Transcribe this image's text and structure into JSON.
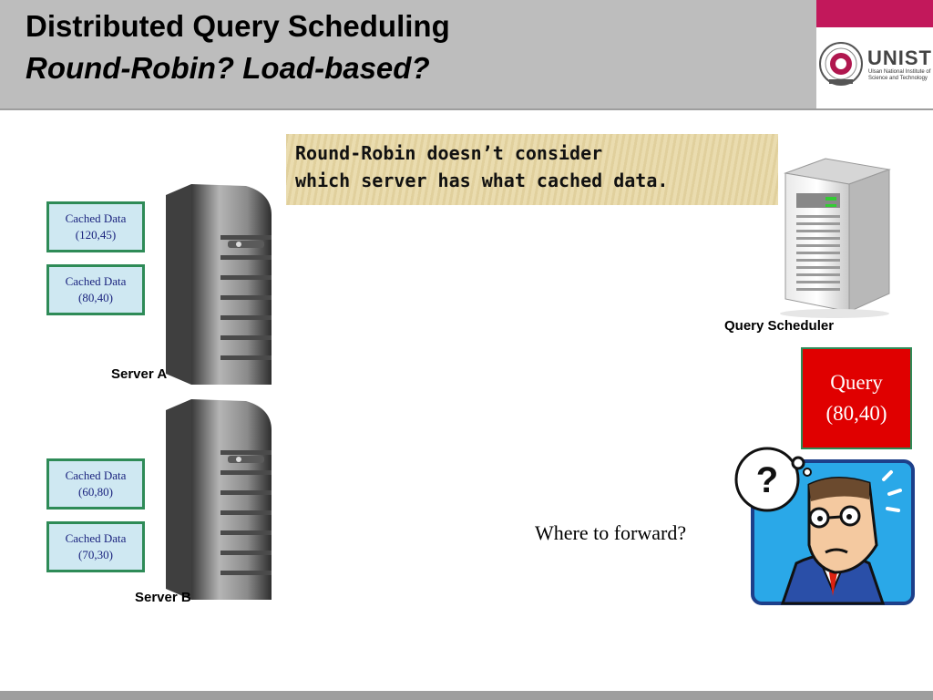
{
  "slide": {
    "title": "Distributed Query Scheduling",
    "subtitle": "Round-Robin? Load-based?"
  },
  "logo": {
    "name": "UNIST",
    "subtitle": "Ulsan National Institute of Science and Technology"
  },
  "note": {
    "line1": "Round-Robin doesn’t consider",
    "line2": "which server has what cached data."
  },
  "servers": [
    {
      "label": "Server A",
      "caches": [
        {
          "title": "Cached Data",
          "range": "(120,45)"
        },
        {
          "title": "Cached Data",
          "range": "(80,40)"
        }
      ]
    },
    {
      "label": "Server B",
      "caches": [
        {
          "title": "Cached Data",
          "range": "(60,80)"
        },
        {
          "title": "Cached Data",
          "range": "(70,30)"
        }
      ]
    }
  ],
  "scheduler": {
    "label": "Query Scheduler"
  },
  "query": {
    "title": "Query",
    "range": "(80,40)"
  },
  "question": {
    "text": "Where to forward?",
    "symbol": "?"
  },
  "colors": {
    "header": "#bdbdbd",
    "accent": "#c2185b",
    "query": "#e00000",
    "cache_border": "#2e8b57",
    "cache_fill": "#cfe8f2"
  }
}
